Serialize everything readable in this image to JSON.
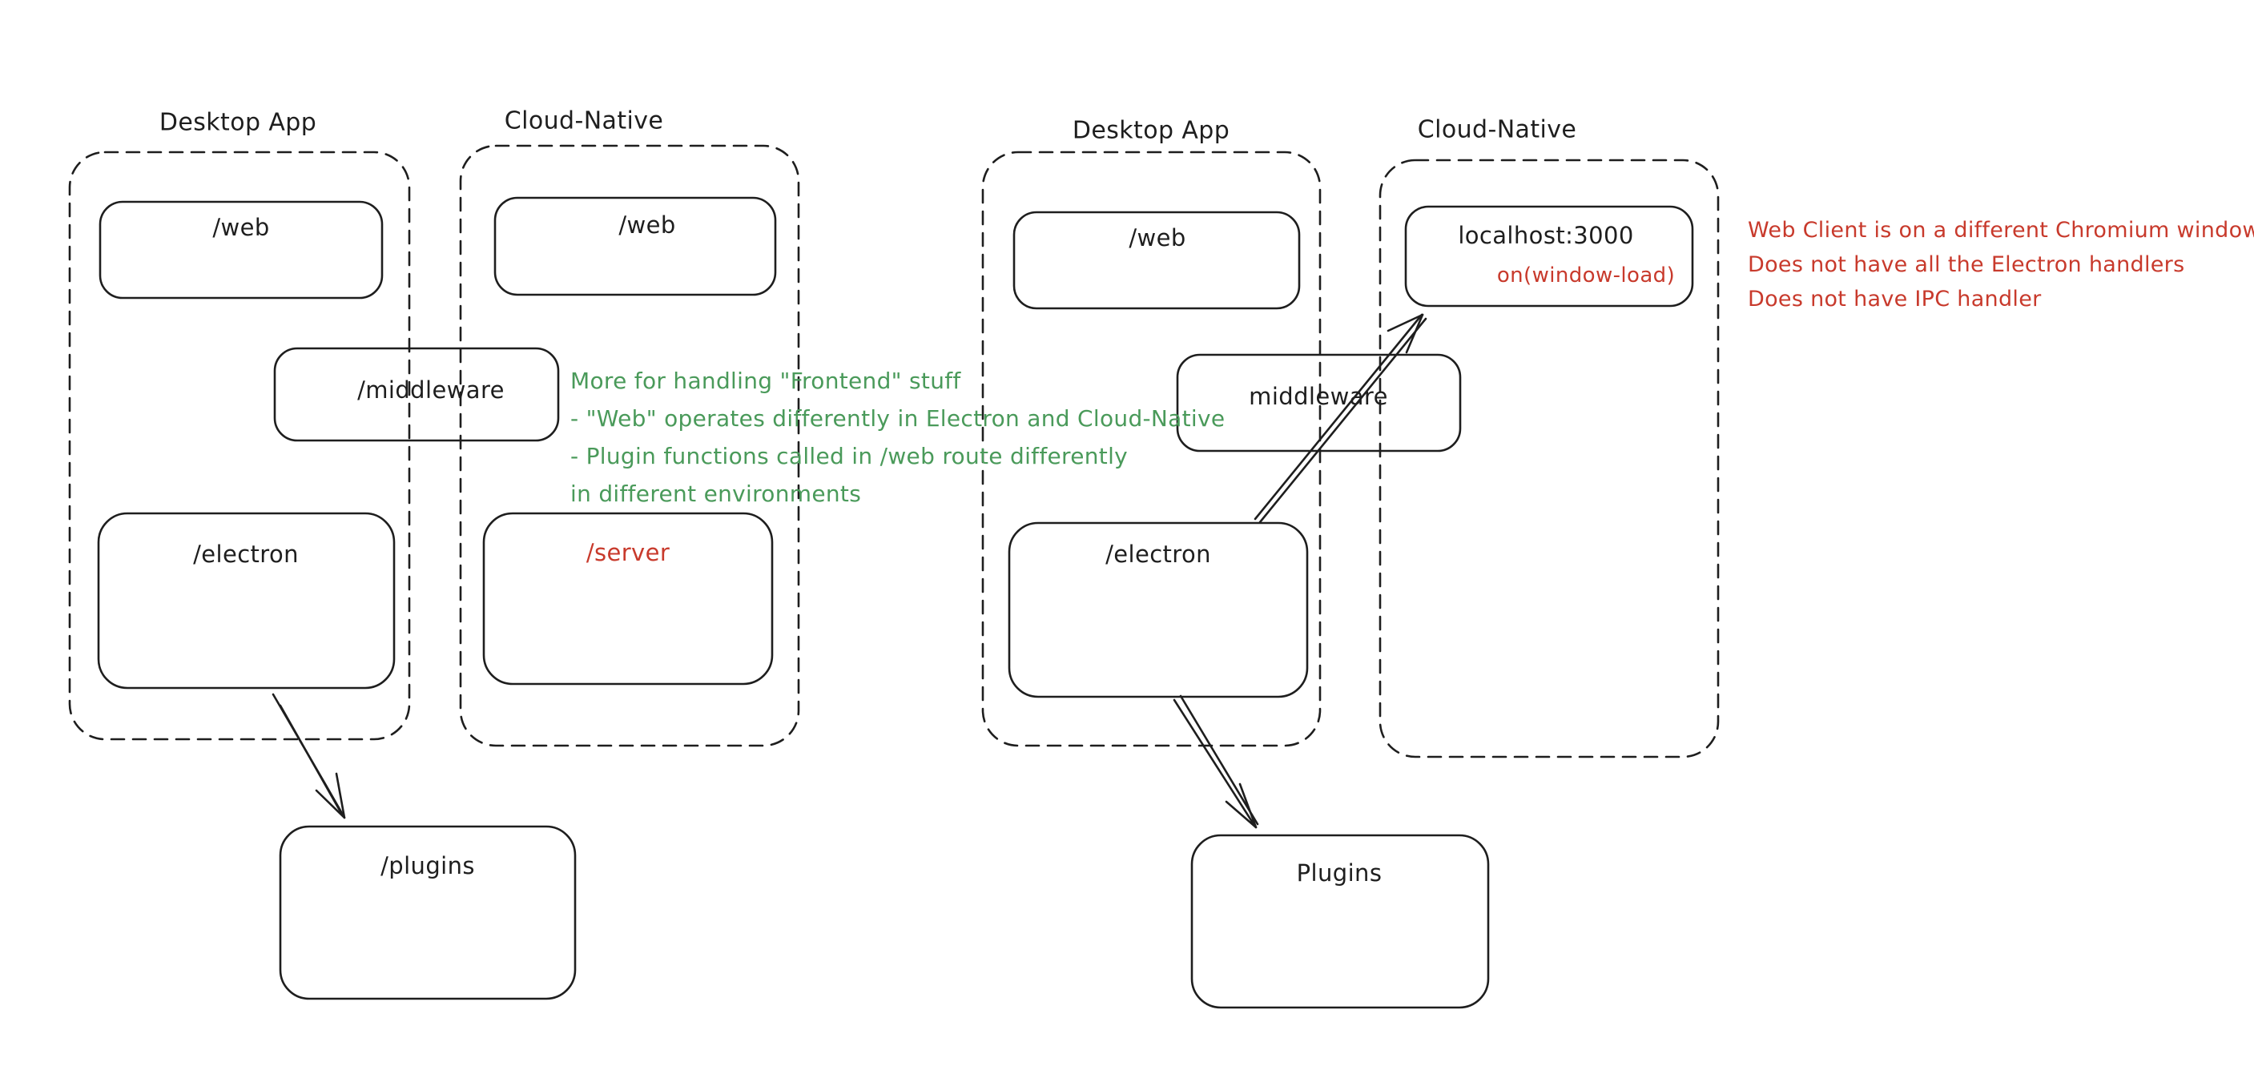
{
  "colors": {
    "background": "#ffffff",
    "ink": "#1e1e1e",
    "green": "#4a9a5a",
    "red": "#c83a2c"
  },
  "left_diagram": {
    "desktop_container_label": "Desktop App",
    "cloud_container_label": "Cloud-Native",
    "desktop_web_box": "/web",
    "cloud_web_box": "/web",
    "middleware_box": "/middleware",
    "electron_box": "/electron",
    "server_box": "/server",
    "plugins_box": "/plugins",
    "note_lines": [
      "More for handling \"Frontend\" stuff",
      "- \"Web\" operates differently in Electron and Cloud-Native",
      "- Plugin functions called in /web route differently",
      "in different environments"
    ]
  },
  "right_diagram": {
    "desktop_container_label": "Desktop App",
    "cloud_container_label": "Cloud-Native",
    "web_box": "/web",
    "localhost_box": "localhost:3000",
    "localhost_sub_label": "on(window-load)",
    "middleware_box": "middleware",
    "electron_box": "/electron",
    "plugins_box": "Plugins",
    "note_lines": [
      "Web Client is on a different Chromium window",
      "Does not have all the Electron handlers",
      "Does not have IPC handler"
    ]
  },
  "edges": [
    {
      "diagram": "left",
      "from": "/electron",
      "to": "/plugins"
    },
    {
      "diagram": "right",
      "from": "/electron",
      "to": "localhost:3000"
    },
    {
      "diagram": "right",
      "from": "/electron",
      "to": "Plugins"
    }
  ]
}
